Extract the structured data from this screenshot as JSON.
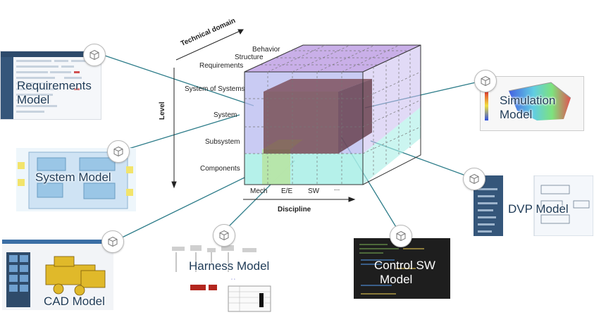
{
  "diagram": {
    "axes": {
      "technical_domain": "Technical domain",
      "level": "Level",
      "discipline": "Discipline"
    },
    "domains": [
      "Behavior",
      "Structure",
      "Requirements"
    ],
    "levels": [
      "System of Systems",
      "System",
      "Subsystem",
      "Components"
    ],
    "disciplines": [
      "Mech",
      "E/E",
      "SW",
      "..."
    ]
  },
  "models": {
    "requirements": {
      "line1": "Requirements",
      "line2": "Model"
    },
    "system": {
      "label": "System Model"
    },
    "cad": {
      "label": "CAD Model"
    },
    "harness": {
      "label": "Harness Model"
    },
    "control_sw": {
      "line1": "Control SW",
      "line2": "Model"
    },
    "dvp": {
      "label": "DVP Model"
    },
    "simulation": {
      "line1": "Simulation",
      "line2": "Model"
    }
  },
  "icons": [
    "cube-icon"
  ],
  "colors": {
    "connector": "#2e7d8a",
    "cube_outline": "#333333",
    "purple_face": "#b9a3e0",
    "blue_face": "#b7b9ef",
    "brown_block": "#6b3a3a",
    "green_block": "#b7e5a8",
    "cyan_block": "#a8efe6"
  }
}
